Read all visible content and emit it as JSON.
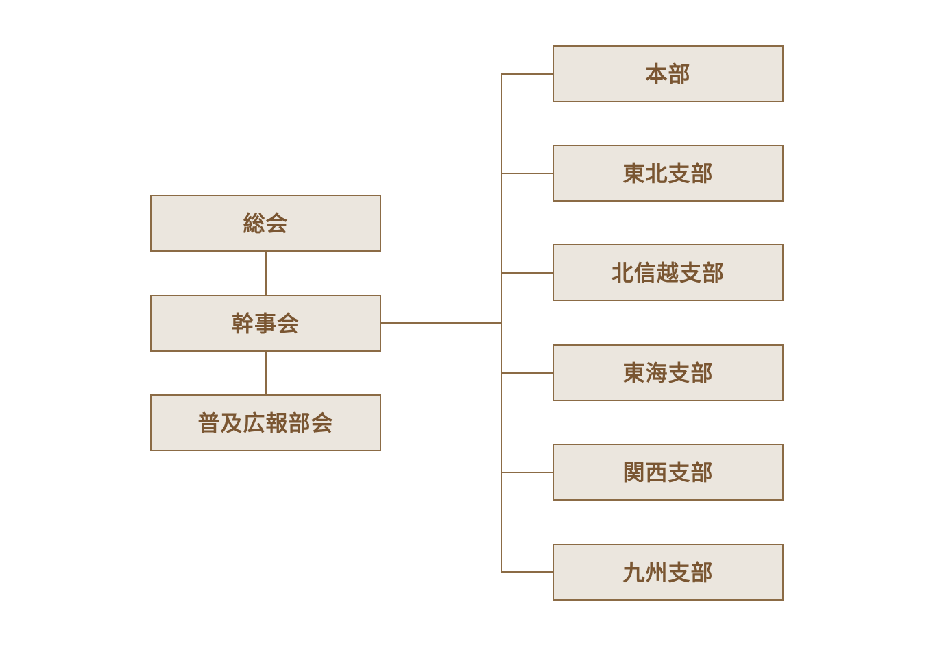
{
  "diagram": {
    "left_nodes": [
      {
        "id": "general-assembly",
        "label": "総会"
      },
      {
        "id": "board-of-directors",
        "label": "幹事会"
      },
      {
        "id": "publicity-committee",
        "label": "普及広報部会"
      }
    ],
    "right_nodes": [
      {
        "id": "headquarters",
        "label": "本部"
      },
      {
        "id": "tohoku-branch",
        "label": "東北支部"
      },
      {
        "id": "hokushinetsu-branch",
        "label": "北信越支部"
      },
      {
        "id": "tokai-branch",
        "label": "東海支部"
      },
      {
        "id": "kansai-branch",
        "label": "関西支部"
      },
      {
        "id": "kyushu-branch",
        "label": "九州支部"
      }
    ],
    "colors": {
      "box_fill": "#ebe6de",
      "box_border": "#8b6b45",
      "text": "#7a5632",
      "connector": "#8b6b45"
    }
  }
}
